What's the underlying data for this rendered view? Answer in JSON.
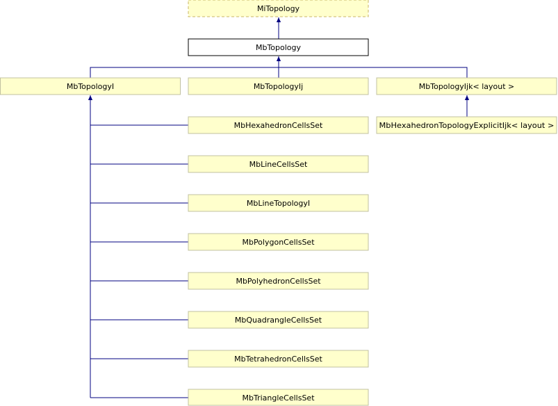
{
  "colors": {
    "node_fill": "#ffffcc",
    "node_border": "#c0c0a0",
    "highlight_fill": "#ffffff",
    "highlight_border": "#000000",
    "abstract_border": "#c8b464",
    "edge": "#000080"
  },
  "nodes": {
    "mi_topology": "MiTopology",
    "mb_topology": "MbTopology",
    "mb_topology_i": "MbTopologyI",
    "mb_topology_ij": "MbTopologyIj",
    "mb_topology_ijk": "MbTopologyIjk< layout >",
    "mb_hexahedron_cells_set": "MbHexahedronCellsSet",
    "mb_hexahedron_topology_explicit_ijk": "MbHexahedronTopologyExplicitIjk< layout >",
    "mb_line_cells_set": "MbLineCellsSet",
    "mb_line_topology_i": "MbLineTopologyI",
    "mb_polygon_cells_set": "MbPolygonCellsSet",
    "mb_polyhedron_cells_set": "MbPolyhedronCellsSet",
    "mb_quadrangle_cells_set": "MbQuadrangleCellsSet",
    "mb_tetrahedron_cells_set": "MbTetrahedronCellsSet",
    "mb_triangle_cells_set": "MbTriangleCellsSet"
  }
}
